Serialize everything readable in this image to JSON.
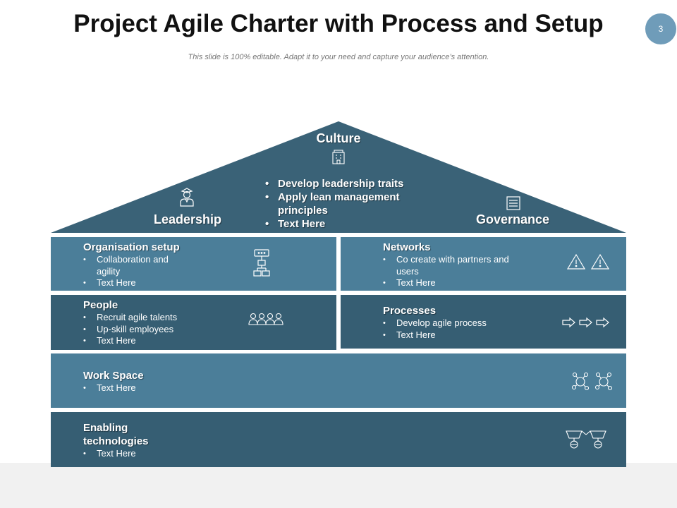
{
  "slide": {
    "title": "Project Agile Charter with Process and Setup",
    "subtitle": "This slide is 100% editable. Adapt it to your need and capture your audience’s attention.",
    "page_number": "3"
  },
  "roof": {
    "culture": "Culture",
    "leadership": "Leadership",
    "governance": "Governance",
    "bullets": [
      "Develop leadership traits",
      "Apply lean management principles",
      "Text Here"
    ]
  },
  "blocks": {
    "organisation": {
      "title": "Organisation setup",
      "bullets": [
        "Collaboration and agility",
        "Text Here"
      ]
    },
    "networks": {
      "title": "Networks",
      "bullets": [
        "Co create with partners  and users",
        "Text Here"
      ]
    },
    "people": {
      "title": "People",
      "bullets": [
        "Recruit agile talents",
        "Up-skill employees",
        "Text Here"
      ]
    },
    "processes": {
      "title": "Processes",
      "bullets": [
        "Develop agile process",
        "Text Here"
      ]
    },
    "workspace": {
      "title": "Work Space",
      "bullets": [
        "Text Here"
      ]
    },
    "enabling": {
      "title": "Enabling technologies",
      "bullets": [
        "Text Here"
      ]
    }
  },
  "colors": {
    "roof": "#3a6277",
    "light_block": "#4b7e99",
    "dark_block": "#365e73",
    "page_badge": "#6f9cb9"
  },
  "icons": [
    "building-icon",
    "leader-icon",
    "document-icon",
    "hierarchy-icon",
    "team-icon",
    "warning-triangle-icon",
    "arrow-right-icon",
    "network-nodes-icon",
    "tech-flow-icon"
  ]
}
